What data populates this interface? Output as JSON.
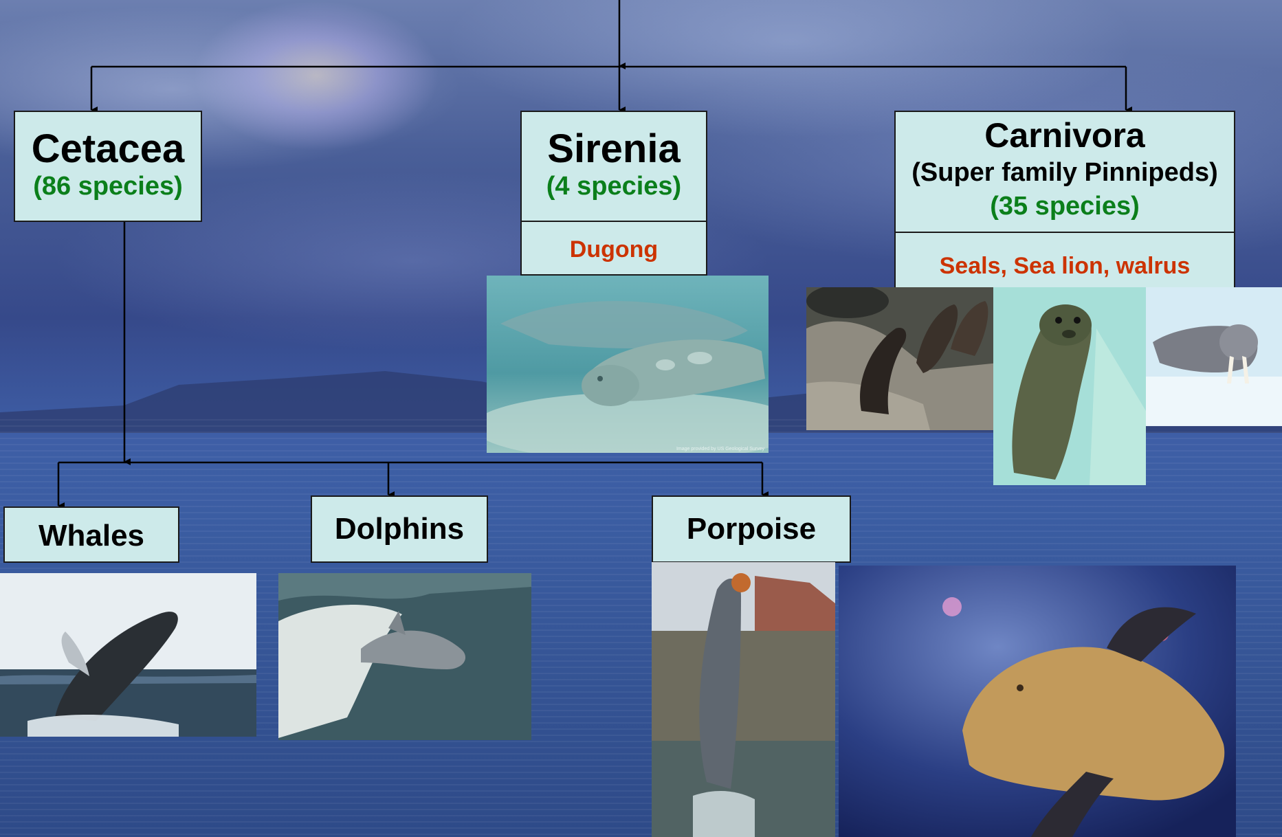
{
  "nodes": {
    "cetacea": {
      "name": "Cetacea",
      "species": "(86 species)"
    },
    "sirenia": {
      "name": "Sirenia",
      "species": "(4 species)",
      "examples": "Dugong"
    },
    "carnivora": {
      "name": "Carnivora",
      "subtitle": "(Super family Pinnipeds)",
      "species": "(35 species)",
      "examples": "Seals, Sea lion, walrus"
    },
    "whales": {
      "name": "Whales"
    },
    "dolphins": {
      "name": "Dolphins"
    },
    "porpoise": {
      "name": "Porpoise"
    }
  },
  "photos": {
    "dugong": {
      "credit": "Image provided by US Geological Survey"
    }
  },
  "colors": {
    "box_fill": "#cdeaea",
    "species_green": "#0b7f1b",
    "example_red": "#cc3300"
  }
}
